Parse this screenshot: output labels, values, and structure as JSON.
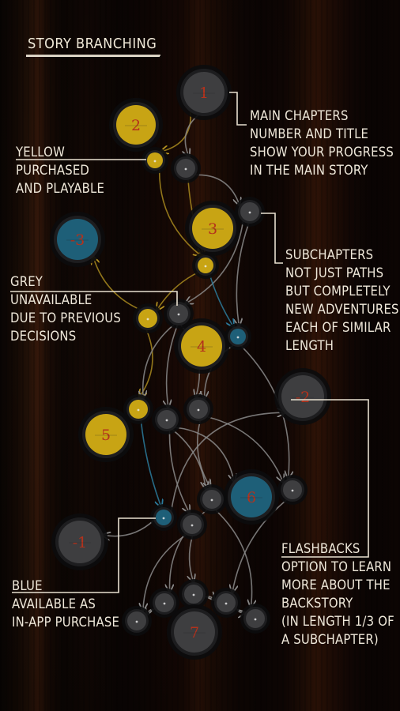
{
  "title": "STORY BRANCHING",
  "main_chapters": {
    "heading": "MAIN CHAPTERS",
    "lines": [
      "NUMBER AND TITLE",
      "SHOW YOUR PROGRESS",
      "IN THE MAIN STORY"
    ]
  },
  "yellow": {
    "heading": "YELLOW",
    "lines": [
      "PURCHASED",
      "AND PLAYABLE"
    ]
  },
  "subchapters": {
    "heading": "SUBCHAPTERS",
    "lines": [
      "NOT JUST PATHS",
      "BUT COMPLETELY",
      "NEW ADVENTURES",
      "EACH OF SIMILAR",
      "LENGTH"
    ]
  },
  "grey": {
    "heading": "GREY",
    "lines": [
      "UNAVAILABLE",
      "DUE TO PREVIOUS",
      "DECISIONS"
    ]
  },
  "flashbacks": {
    "heading": "FLASHBACKS",
    "lines": [
      "OPTION TO LEARN",
      "MORE ABOUT THE",
      "BACKSTORY",
      "(IN LENGTH 1/3 OF",
      "A SUBCHAPTER)"
    ]
  },
  "blue": {
    "heading": "BLUE",
    "lines": [
      "AVAILABLE AS",
      "IN-APP PURCHASE"
    ]
  },
  "chapter_numbers": [
    "1",
    "2",
    "3",
    "4",
    "5",
    "6",
    "7",
    "-1",
    "-2",
    "-3"
  ],
  "colors": {
    "yellow": "#c8a414",
    "blue": "#1e5f78",
    "grey": "#3e3e40",
    "number_red": "#b4321c",
    "yellow_line": "#a88a1e",
    "blue_line": "#2b7c9e",
    "grey_line": "#8a8a8a"
  }
}
